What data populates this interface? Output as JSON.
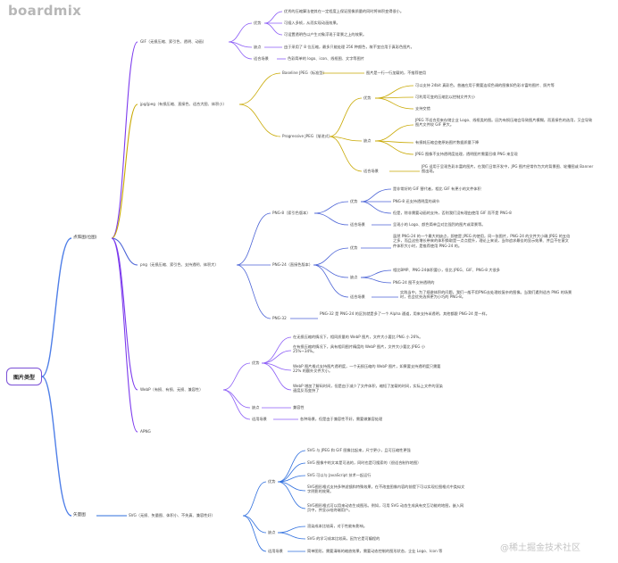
{
  "brand": "boardmix",
  "watermark": "@稀土掘金技术社区",
  "root": "图片类型",
  "bitmap": {
    "label": "点阵图(位图)",
    "gif": {
      "label": "GIF（无损压缩、索引色、透明、动画）",
      "pros": "优势",
      "pros_items": [
        "优秀的压缩算法使其在一定程度上保证图像质量的同时将体积变得很小。",
        "可插入多帧，从而实现动画效果。",
        "可设置透明色以产生对象浮现于背景之上的效果。"
      ],
      "cons": "缺点",
      "cons_text": "由于采用了 8 位压缩，最多只能处理 256 种颜色，故不宜应用于真彩色图片。",
      "scene": "适合场景",
      "scene_text": "色彩简单的 logo、icon、线框图、文字等图片"
    },
    "jpg": {
      "label": "jpg/jpeg（有损压缩、直接色、适合大图、体积小）",
      "baseline": "Baseline JPEG（标准型）",
      "baseline_text": "图片是一行一行加载的，不推荐使用",
      "progressive": "Progressive JPEG（渐进式）",
      "pros": "优势",
      "pros_items": [
        "可以支持 24bit 真彩色，普遍应用于需要连续色调的图像如色彩丰富的图片、照片等",
        "可利用可变的压缩比以控制文件大小",
        "支持交错"
      ],
      "cons": "缺点",
      "cons_items": [
        "JPEG 不适合用来存储企业 Logo、线框类的图。因为有损压缩会导致图片模糊，而直接色的选用，又会导致图片文件较 GIF 更大。",
        "有损耗压缩会使原始图片数据质量下降",
        "JPEG 图像不支持透明度处理，透明图片需要召唤 PNG 来呈现"
      ],
      "scene": "适合场景",
      "scene_text": "JPG 适用于呈现色彩丰富的图片，在我们日常开发中，JPG 图片经常作为大的背景图、轮播图或 Banner 图出现。"
    },
    "png": {
      "label": "png（无损压缩、索引色、支持透明、体积大）",
      "png8": {
        "label": "PNG-8（索引色版本）",
        "pros": "优势",
        "pros_items": [
          "是非常好的 GIF 替代者，相比 GIF 有更小的文件体积",
          "PNG-8 还支持透明度的调节",
          "但是，除非需要动画的支持，否则我们没有理由使用 GIF 而不是 PNG-8"
        ],
        "scene": "适合场景",
        "scene_text": "呈现小的 Logo、颜色简单且对比强烈的图片或背景等。"
      },
      "png24": {
        "label": "PNG-24（直接色版本）",
        "pros": "优势",
        "pros_text": "虽然 PNG-24 的一个最大的缺点，即使是 JPEG 的使用，同一张图片，PNG-24 的文件大小确 JPEG 的五倍之多，而且这些增长带来的体积换取是一点点提升，理论上来说，当你追求最佳的显示效果、并且不在意文件体积大小时，是推荐使用 PNG-24 的。",
        "cons": "缺点",
        "cons_items": [
          "相比BMP、PNG-24体积要小，但比 JPEG、GIF、PNG-8 大很多",
          "PNG-24 图不支持透明的"
        ],
        "scene": "适合场景",
        "scene_text": "实践当中，为了规避体积的问题，我们一般不用PNG去处理较复杂的图像。当我们遇到适合 PNG 的场景时，也会优先选择更为小巧的 PNG-8。"
      },
      "png32": {
        "label": "PNG-32",
        "text": "PNG-32 是 PNG-24 的区别就是多了一个 Alpha 通道，用来支持半透明，其他都跟 PNG-24 是一样。"
      }
    },
    "webp": {
      "label": "WebP（有损、有损、无损、兼容性）",
      "pros": "优势",
      "pros_items": [
        "在无损压缩的情况下，相同质量的 WebP 图片，文件大小要比 PNG 小 26%。",
        "在有损压缩的情况下，具有相同图片精度的 WebP 图片，文件大小要比 JPEG 小 25%~34%。",
        "WebP 图片格式支持图片透明度，一个无损压缩的 WebP 图片，如果要支持透明度只需要 22% 的额外文件大小。",
        "WebP 增加了解码时间，但是由于减少了文件体积，缩短了加载的时间，实际上文件的渲染速度反而变快了"
      ],
      "cons": "缺点",
      "cons_text": "兼容性",
      "scene": "适用场景",
      "scene_text": "各种场景，但是由于兼容性不好，需要做兼容处理"
    },
    "apng": {
      "label": "APNG"
    }
  },
  "vector": {
    "label": "矢量图",
    "svg": {
      "label": "SVG（无损、矢量图、体积小、不失真、兼容性好）",
      "pros": "优势",
      "pros_items": [
        "SVG 与 JPEG 和 GIF 图像比起来，尺寸更小，且可压缩性更强",
        "SVG 图像中的文本是可选的，同时也是可搜索的（很适合制作地图）",
        "SVG 可以与 JavaScript 技术一起运行",
        "SVG图形格式支持多种滤镜和特殊效果，在不改变图像内容的前提下可以实现位图格式中类似文字阴影的效果。",
        "SVG图形格式可以用来动态生成图形。例如，可用 SVG 动态生成具有交互功能的地图，嵌入网页中，并显示给终端用户。"
      ],
      "cons": "缺点",
      "cons_items": [
        "渲染成本比较高，对于性能有影响。",
        "SVG 的学习成本比较高，因为它是可编程的"
      ],
      "scene": "适用场景",
      "scene_text": "简单图形，需要清晰的缩放效果，需要动态控制的图形状态，企业 Logo、Icon 等"
    }
  },
  "colors": {
    "root_border": "#7a4fd6",
    "branch_bitmap": "#4f7fe8",
    "branch_vector": "#4f7fe8",
    "branch_gif": "#7c3aed",
    "branch_jpg": "#c8a800",
    "branch_png": "#4b63d6",
    "branch_webp": "#7c3aed",
    "branch_svg": "#2f6fde"
  }
}
